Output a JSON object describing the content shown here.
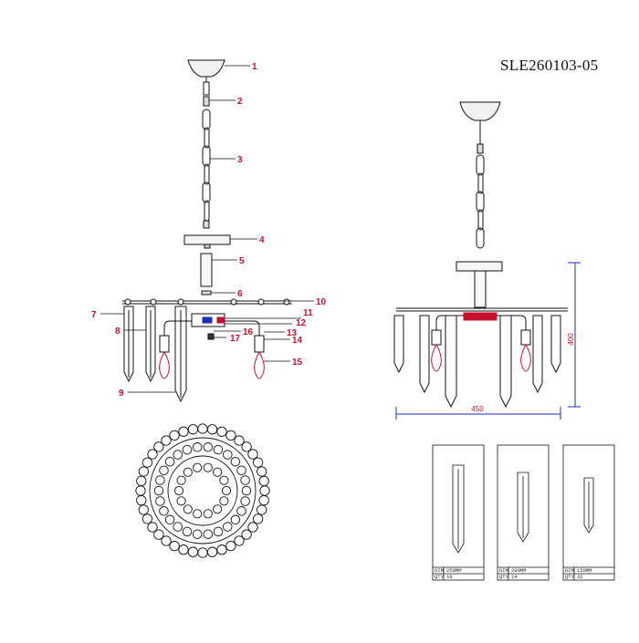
{
  "drawing": {
    "model_code": "SLE260103-05"
  },
  "callouts": [
    "1",
    "2",
    "3",
    "4",
    "5",
    "6",
    "7",
    "8",
    "9",
    "10",
    "11",
    "12",
    "13",
    "14",
    "15",
    "16",
    "17"
  ],
  "dimensions": {
    "height": "400",
    "width": "450"
  },
  "crystal_specs": [
    {
      "dim_label": "DIM",
      "dim_value": "250MM",
      "qty_label": "QTY",
      "qty_value": "10"
    },
    {
      "dim_label": "DIM",
      "dim_value": "200MM",
      "qty_label": "QTY",
      "qty_value": "24"
    },
    {
      "dim_label": "DIM",
      "dim_value": "150MM",
      "qty_label": "QTY",
      "qty_value": "32"
    }
  ],
  "colors": {
    "callout": "#c8102e",
    "dimension_line": "#1a2fb5",
    "line": "#111111"
  }
}
